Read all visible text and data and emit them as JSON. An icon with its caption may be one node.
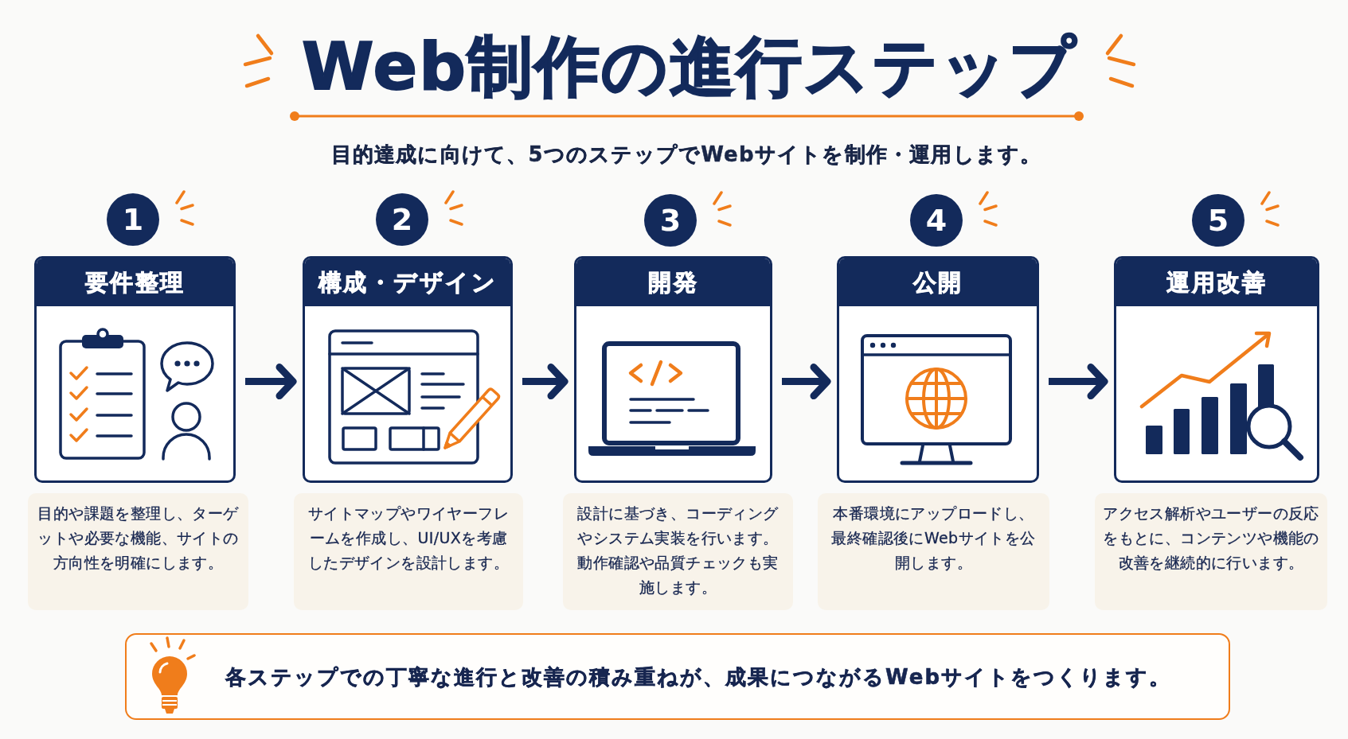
{
  "diagram": {
    "title": "Web制作の進行ステップ",
    "nodes": [
      {
        "text": [
          "1"
        ]
      },
      {
        "text": [
          "要件整理"
        ]
      },
      {
        "text": [
          "目的や課題を整理し、ターゲットや必要な機能、サイトの方向性を明確にします。"
        ]
      },
      {
        "text": [
          "2"
        ]
      },
      {
        "text": [
          "構成・デザイン"
        ]
      },
      {
        "text": [
          "サイトマップやワイヤーフレームを作成し、UI/UXを考慮したデザインを設計します。"
        ]
      },
      {
        "text": [
          "3"
        ]
      },
      {
        "text": [
          "開発"
        ]
      },
      {
        "text": [
          "設計に基づき、コーディングやシステム実装を行います。動作確認や品質チェックも実施します。"
        ]
      },
      {
        "text": [
          "4"
        ]
      },
      {
        "text": [
          "公開"
        ]
      },
      {
        "text": [
          "本番環境にアップロードし、最終確認後にWebサイトを公開します。"
        ]
      },
      {
        "text": [
          "5"
        ]
      },
      {
        "text": [
          "運用改善"
        ]
      },
      {
        "text": [
          "アクセス解析やユーザーの反応をもとに、コンテンツや機能の改善を継続的に行います。"
        ]
      },
      {
        "text": [
          "各ステップでの丁寧な進行と改善の積み重ねが、成果につながるWebサイトをつくります。"
        ]
      }
    ],
    "edges": [
      {
        "from": 1,
        "to": 4,
        "arrow": "to"
      },
      {
        "from": 4,
        "to": 7,
        "arrow": "to"
      },
      {
        "from": 7,
        "to": 10,
        "arrow": "to"
      },
      {
        "from": 10,
        "to": 13,
        "arrow": "to"
      }
    ],
    "labels": [
      "目的達成に向けて、5つのステップでWebサイトを制作・運用します。"
    ]
  }
}
